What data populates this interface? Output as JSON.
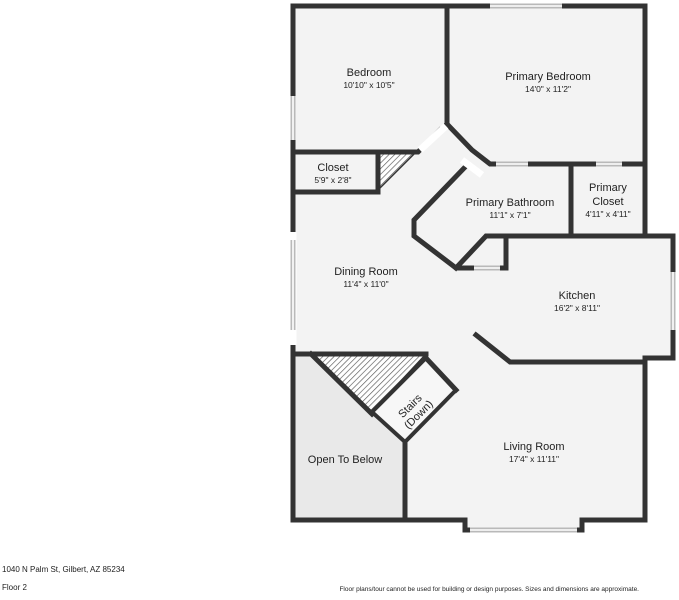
{
  "rooms": {
    "bedroom": {
      "name": "Bedroom",
      "dims": "10'10\" x 10'5\""
    },
    "primary_bedroom": {
      "name": "Primary Bedroom",
      "dims": "14'0\" x 11'2\""
    },
    "closet": {
      "name": "Closet",
      "dims": "5'9\" x 2'8\""
    },
    "primary_bathroom": {
      "name": "Primary Bathroom",
      "dims": "11'1\" x 7'1\""
    },
    "primary_closet": {
      "name_line1": "Primary",
      "name_line2": "Closet",
      "dims": "4'11\" x 4'11\""
    },
    "dining_room": {
      "name": "Dining Room",
      "dims": "11'4\" x 11'0\""
    },
    "kitchen": {
      "name": "Kitchen",
      "dims": "16'2\" x 8'11\""
    },
    "stairs": {
      "line1": "Stairs",
      "line2": "(Down)"
    },
    "open_to_below": {
      "name": "Open To Below"
    },
    "living_room": {
      "name": "Living Room",
      "dims": "17'4\" x 11'11\""
    }
  },
  "footer": {
    "address": "1040 N Palm St, Gilbert, AZ 85234",
    "floor": "Floor 2",
    "disclaimer": "Floor plans/tour cannot be used for building or design purposes. Sizes and dimensions are approximate."
  },
  "colors": {
    "floor": "#f3f3f3",
    "wall": "#333333",
    "window": "#b9b9b9",
    "open_area": "#e9e9e9"
  }
}
